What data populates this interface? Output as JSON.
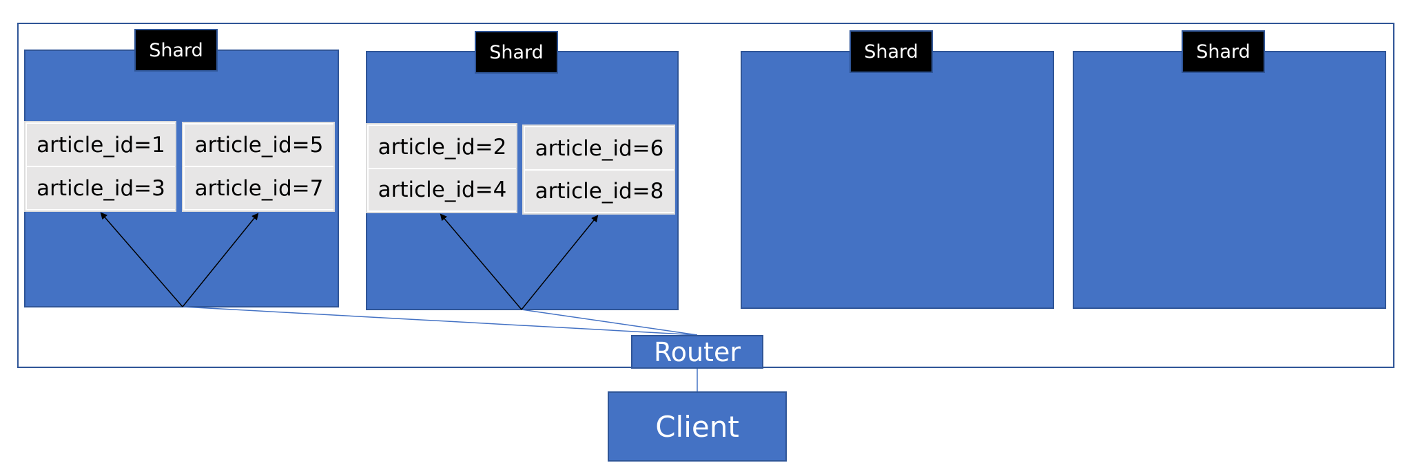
{
  "cluster": {
    "shards": [
      {
        "label": "Shard",
        "documents": [
          [
            "article_id=1",
            "article_id=3"
          ],
          [
            "article_id=5",
            "article_id=7"
          ]
        ]
      },
      {
        "label": "Shard",
        "documents": [
          [
            "article_id=2",
            "article_id=4"
          ],
          [
            "article_id=6",
            "article_id=8"
          ]
        ]
      },
      {
        "label": "Shard",
        "documents": []
      },
      {
        "label": "Shard",
        "documents": []
      }
    ],
    "router": {
      "label": "Router"
    }
  },
  "client": {
    "label": "Client"
  },
  "colors": {
    "shard_fill": "#4472c4",
    "border": "#2f5597",
    "label_fill": "#000000",
    "document_fill": "#e7e6e6",
    "connector": "#4472c4",
    "arrow": "#000000"
  }
}
